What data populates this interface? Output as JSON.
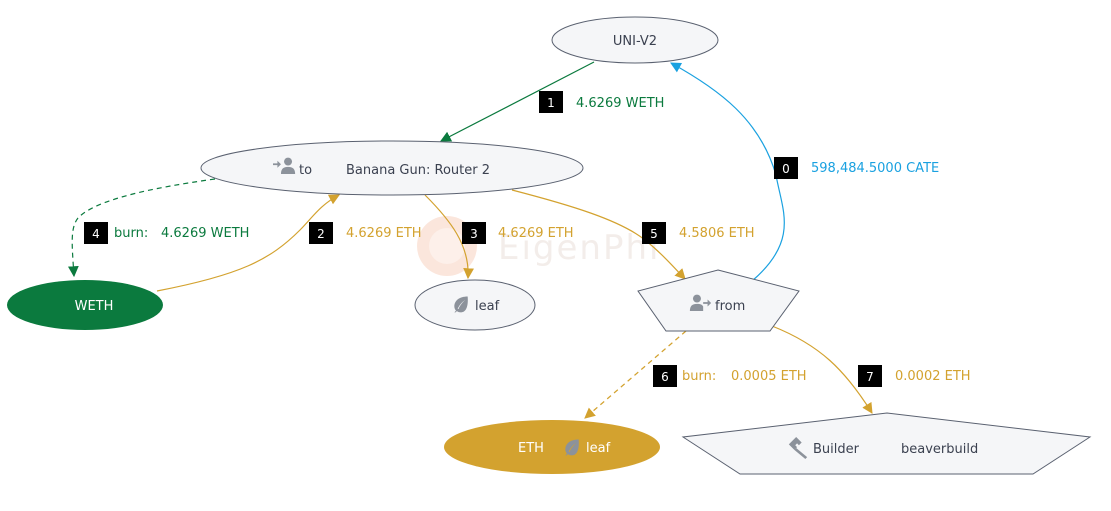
{
  "watermark": "EigenPhi",
  "colors": {
    "green": "#0b7a3e",
    "gold": "#d3a22f",
    "blue": "#1aa1e0",
    "node_fill": "#f5f6f8",
    "node_stroke": "#5a6170",
    "icon_gray": "#8c929b",
    "badge_bg": "#000000"
  },
  "nodes": {
    "univ2": {
      "label": "UNI-V2"
    },
    "router": {
      "icon": "user-in-icon",
      "role": "to",
      "name": "Banana Gun: Router 2"
    },
    "weth": {
      "label": "WETH"
    },
    "leaf_mid": {
      "icon": "leaf-icon",
      "label": "leaf"
    },
    "from": {
      "icon": "user-out-icon",
      "label": "from"
    },
    "eth_leaf": {
      "label": "ETH",
      "icon": "leaf-icon",
      "sublabel": "leaf"
    },
    "builder": {
      "icon": "hammer-icon",
      "role": "Builder",
      "name": "beaverbuild"
    }
  },
  "edges": [
    {
      "step": "0",
      "label": "598,484.5000 CATE",
      "color": "blue",
      "dashed": false
    },
    {
      "step": "1",
      "label": "4.6269 WETH",
      "color": "green",
      "dashed": false
    },
    {
      "step": "2",
      "label": "4.6269 ETH",
      "color": "gold",
      "dashed": false
    },
    {
      "step": "3",
      "label": "4.6269 ETH",
      "color": "gold",
      "dashed": false
    },
    {
      "step": "4",
      "prefix": "burn:",
      "label": "4.6269 WETH",
      "color": "green",
      "dashed": true
    },
    {
      "step": "5",
      "label": "4.5806 ETH",
      "color": "gold",
      "dashed": false
    },
    {
      "step": "6",
      "prefix": "burn:",
      "label": "0.0005 ETH",
      "color": "gold",
      "dashed": true
    },
    {
      "step": "7",
      "label": "0.0002 ETH",
      "color": "gold",
      "dashed": false
    }
  ]
}
